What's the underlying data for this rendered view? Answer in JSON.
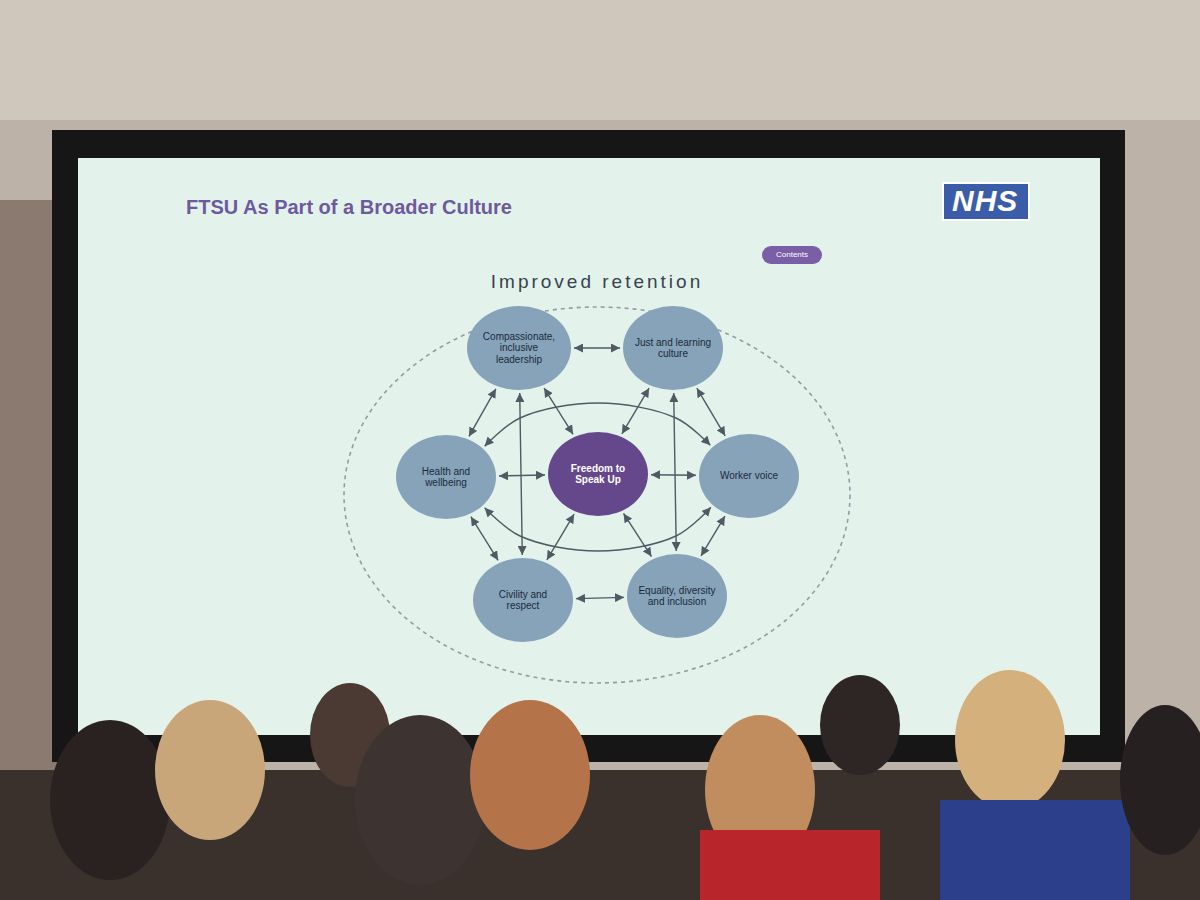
{
  "diagram": {
    "title": "FTSU As Part of a Broader Culture",
    "nodes": [
      {
        "text": [
          "NHS"
        ]
      },
      {
        "text": [
          "Contents"
        ]
      },
      {
        "text": [
          "Improved retention"
        ]
      },
      {
        "text": [
          "Compassionate, inclusive leadership"
        ],
        "in": 2
      },
      {
        "text": [
          "Just and learning culture"
        ],
        "in": 2
      },
      {
        "text": [
          "Health and wellbeing"
        ],
        "in": 2
      },
      {
        "text": [
          "Freedom to Speak Up"
        ],
        "in": 2
      },
      {
        "text": [
          "Worker voice"
        ],
        "in": 2
      },
      {
        "text": [
          "Civility and respect"
        ],
        "in": 2
      },
      {
        "text": [
          "Equality, diversity and inclusion"
        ],
        "in": 2
      }
    ],
    "edges": [
      {
        "from": 3,
        "to": 4,
        "arrow": "both"
      },
      {
        "from": 3,
        "to": 5,
        "arrow": "both"
      },
      {
        "from": 3,
        "to": 6,
        "arrow": "both"
      },
      {
        "from": 3,
        "to": 8,
        "arrow": "both"
      },
      {
        "from": 4,
        "to": 6,
        "arrow": "both"
      },
      {
        "from": 4,
        "to": 7,
        "arrow": "both"
      },
      {
        "from": 4,
        "to": 9,
        "arrow": "both"
      },
      {
        "from": 5,
        "to": 6,
        "arrow": "both"
      },
      {
        "from": 6,
        "to": 7,
        "arrow": "both"
      },
      {
        "from": 5,
        "to": 7,
        "arrow": "both"
      },
      {
        "from": 5,
        "to": 7,
        "arrow": "both"
      },
      {
        "from": 5,
        "to": 8,
        "arrow": "both"
      },
      {
        "from": 8,
        "to": 6,
        "arrow": "both"
      },
      {
        "from": 8,
        "to": 9,
        "arrow": "both"
      },
      {
        "from": 9,
        "to": 6,
        "arrow": "both"
      },
      {
        "from": 9,
        "to": 7,
        "arrow": "both"
      }
    ]
  }
}
